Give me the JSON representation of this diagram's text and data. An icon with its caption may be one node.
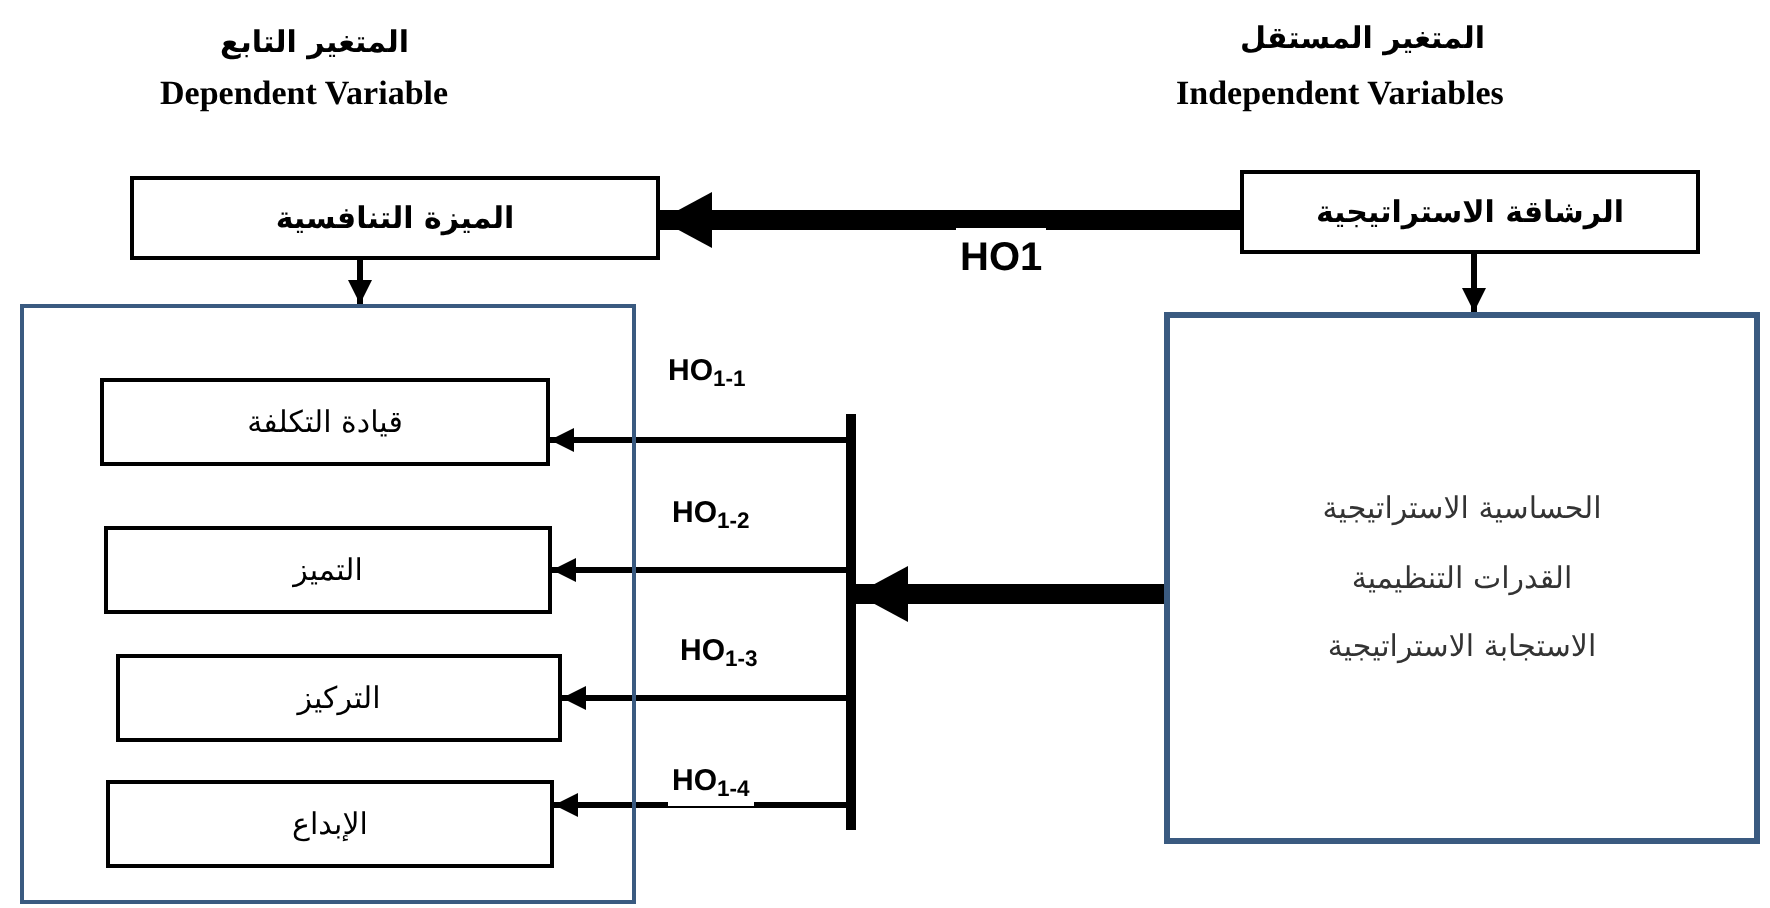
{
  "diagram": {
    "nodes": [
      {
        "text": [
          "الميزة التنافسية"
        ]
      },
      {
        "text": [],
        "shape": "box"
      },
      {
        "text": [
          "قيادة التكلفة"
        ],
        "in": 1
      },
      {
        "text": [
          "التميز"
        ],
        "in": 1
      },
      {
        "text": [
          "التركيز"
        ],
        "in": 1
      },
      {
        "text": [
          "الإبداع"
        ],
        "in": 1
      },
      {
        "text": [
          "الرشاقة الاستراتيجية"
        ]
      },
      {
        "text": [
          "الحساسية الاستراتيجية",
          "القدرات التنظيمية",
          "الاستجابة الاستراتيجية"
        ]
      },
      {
        "text": [],
        "shape": "bar"
      }
    ],
    "edges": [
      {
        "from": 6,
        "to": 0,
        "arrow": "to",
        "label": "HO1",
        "style": "thick"
      },
      {
        "from": 0,
        "to": 1,
        "arrow": "to"
      },
      {
        "from": 6,
        "to": 7,
        "arrow": "to"
      },
      {
        "from": 7,
        "to": 8,
        "arrow": "to",
        "style": "thick"
      },
      {
        "from": 8,
        "to": 2,
        "arrow": "to",
        "label": "HO$_{1-1}$"
      },
      {
        "from": 8,
        "to": 3,
        "arrow": "to",
        "label": "HO$_{1-2}$"
      },
      {
        "from": 8,
        "to": 4,
        "arrow": "to",
        "label": "HO$_{1-3}$"
      },
      {
        "from": 8,
        "to": 5,
        "arrow": "to",
        "label": "HO$_{1-4}$"
      }
    ],
    "labels": [
      "المتغير التابع",
      "Dependent Variable",
      "المتغير المستقل",
      "Independent Variables"
    ]
  }
}
